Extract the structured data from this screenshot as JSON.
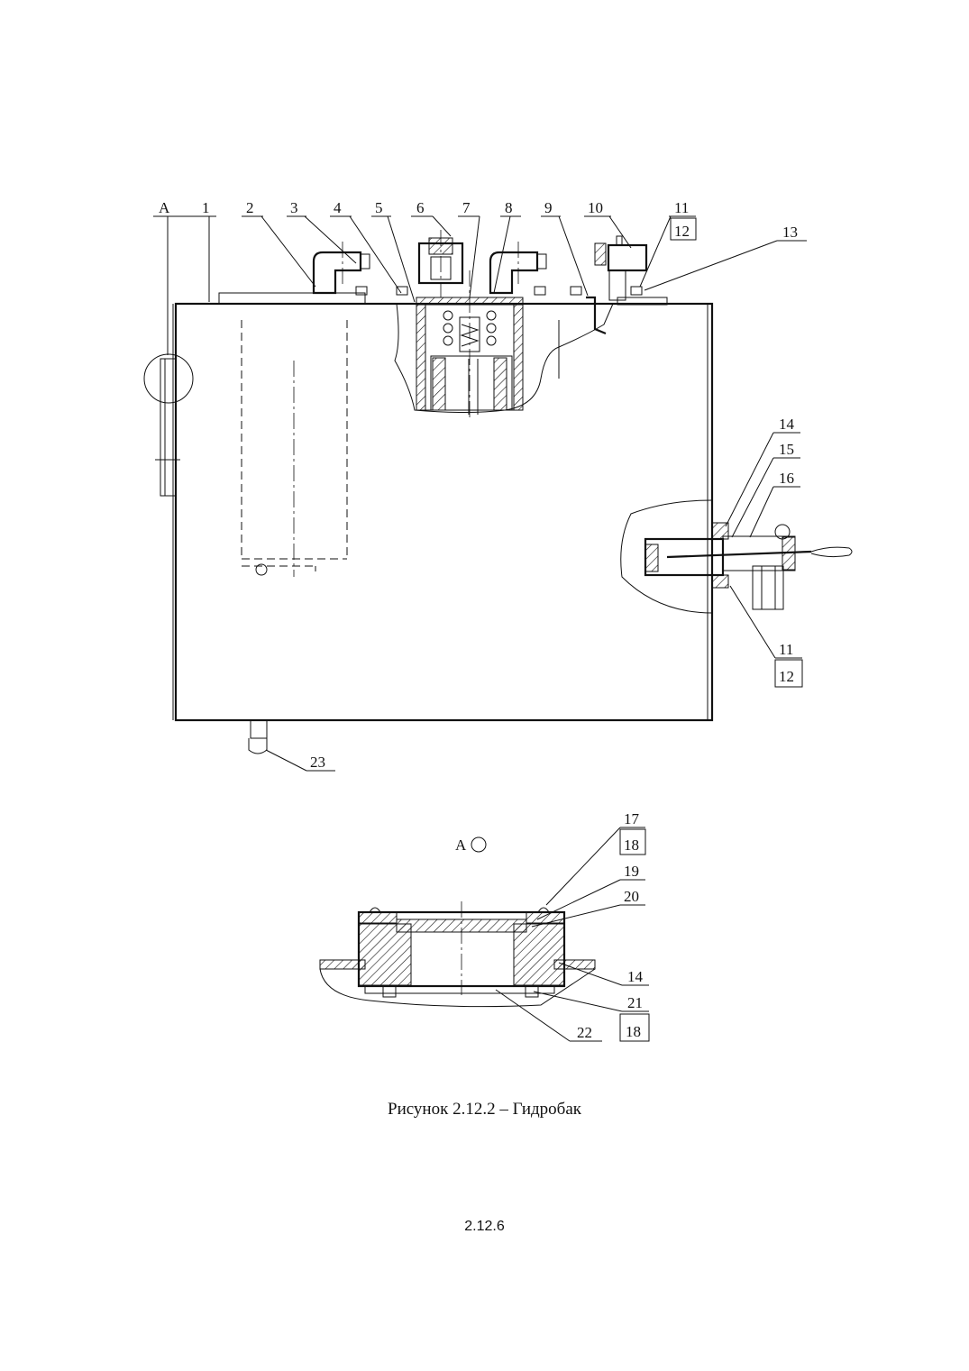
{
  "figure": {
    "caption": "Рисунок 2.12.2 – Гидробак",
    "page_number": "2.12.6"
  },
  "callouts": {
    "A": "А",
    "c1": "1",
    "c2": "2",
    "c3": "3",
    "c4": "4",
    "c5": "5",
    "c6": "6",
    "c7": "7",
    "c8": "8",
    "c9": "9",
    "c10": "10",
    "c11": "11",
    "c12": "12",
    "c13": "13",
    "c14": "14",
    "c15": "15",
    "c16": "16",
    "c11b": "11",
    "c12b": "12",
    "c23": "23"
  },
  "detail": {
    "title": "А",
    "c17": "17",
    "c18": "18",
    "c19": "19",
    "c20": "20",
    "c14": "14",
    "c21": "21",
    "c18b": "18",
    "c22": "22"
  }
}
